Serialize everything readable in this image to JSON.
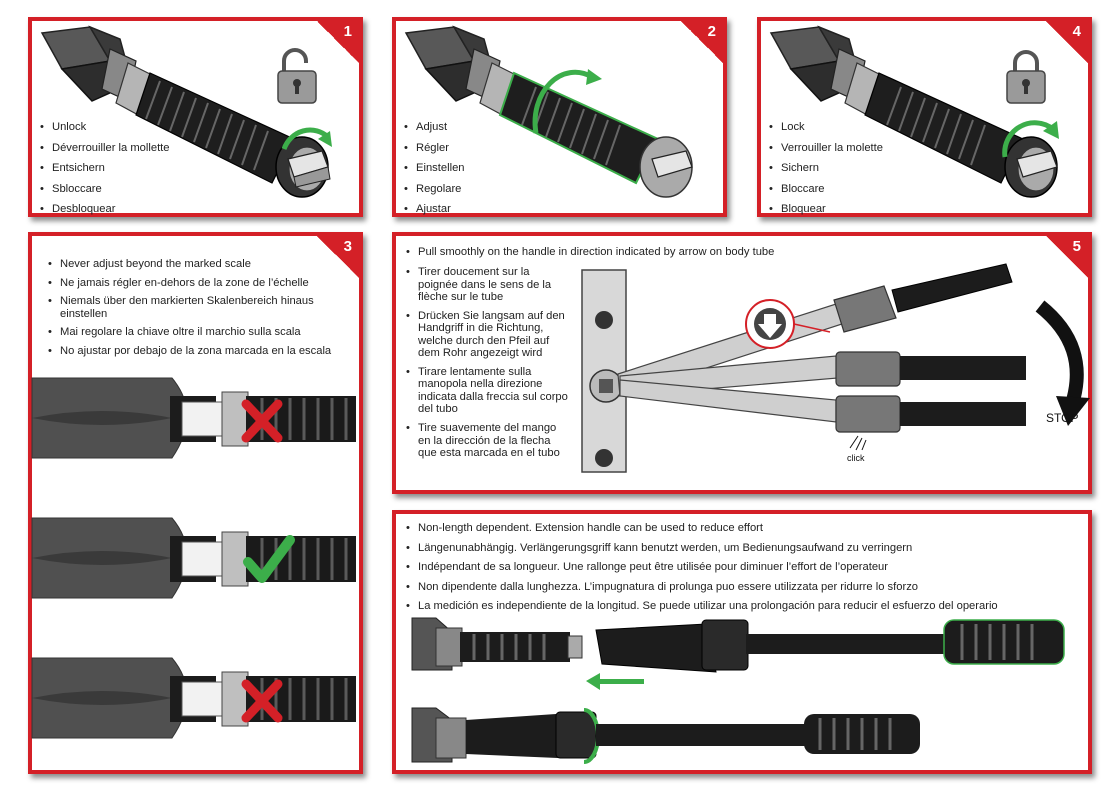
{
  "panels": {
    "p1": {
      "number": "1",
      "icon": "unlocked-padlock-icon",
      "bullets": [
        "Unlock",
        "Déverrouiller la mollette",
        "Entsichern",
        "Sbloccare",
        "Desbloquear"
      ]
    },
    "p2": {
      "number": "2",
      "bullets": [
        "Adjust",
        "Régler",
        "Einstellen",
        "Regolare",
        "Ajustar"
      ]
    },
    "p4": {
      "number": "4",
      "icon": "locked-padlock-icon",
      "bullets": [
        "Lock",
        "Verrouiller la molette",
        "Sichern",
        "Bloccare",
        "Bloquear"
      ]
    },
    "p3": {
      "number": "3",
      "bullets": [
        "Never adjust beyond the marked scale",
        "Ne jamais régler en-dehors de la zone de l’échelle",
        "Niemals über den markierten Skalenbereich hinaus einstellen",
        "Mai regolare la chiave oltre il marchio sulla scala",
        "No ajustar por debajo de la zona marcada en la escala"
      ],
      "status_icons": [
        "cross-icon",
        "check-icon",
        "cross-icon"
      ]
    },
    "p5": {
      "number": "5",
      "lead": "Pull smoothly on the handle in direction indicated by arrow on body tube",
      "bullets": [
        "Tirer doucement sur la poignée dans le sens de la flèche sur le tube",
        "Drücken Sie langsam auf den Handgriff in die Richtung, welche durch den Pfeil auf dem Rohr angezeigt wird",
        "Tirare lentamente sulla manopola nella direzione indicata dalla freccia sul corpo del tubo",
        "Tire suavemente del mango en la dirección de la flecha que esta marcada en el tubo"
      ],
      "stop_label": "STOP",
      "click_label": "click"
    },
    "p6": {
      "bullets": [
        "Non-length dependent. Extension handle can be used to reduce effort",
        "Längenunabhängig. Verlängerungsgriff kann benutzt werden, um Bedienungsaufwand zu verringern",
        "Indépendant de sa longueur. Une rallonge peut être utilisée pour diminuer l’effort de l’operateur",
        "Non dipendente dalla lunghezza. L’impugnatura di prolunga puo essere utilizzata per ridurre lo sforzo",
        "La medición es independiente de la longitud. Se puede utilizar una prolongación para reducir el esfuerzo del operario"
      ]
    }
  },
  "colors": {
    "frame": "#d42027",
    "green": "#3cae4a",
    "cross": "#d42027"
  }
}
